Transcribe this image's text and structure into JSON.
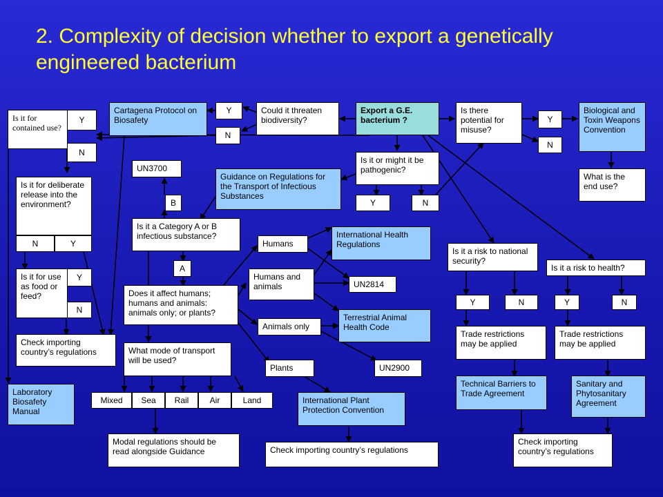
{
  "title": "2. Complexity of decision whether to export a genetically engineered bacterium",
  "nodes": {
    "export": "Export a G.E. bacterium ?",
    "threaten": "Could it threaten biodiversity?",
    "threaten_y": "Y",
    "threaten_n": "N",
    "cartagena": "Cartagena Protocol on Biosafety",
    "contained": "Is it for contained use?",
    "contained_y": "Y",
    "contained_n": "N",
    "deliberate": "Is it for deliberate release into the environment?",
    "deliberate_n": "N",
    "deliberate_y": "Y",
    "food": "Is it for use as food or feed?",
    "food_y": "Y",
    "food_n": "N",
    "check_importing_left": "Check importing country’s regulations",
    "lab_manual": "Laboratory Biosafety Manual",
    "pathogenic": "Is it or might it be pathogenic?",
    "pathogenic_y": "Y",
    "pathogenic_n": "N",
    "guidance": "Guidance on Regulations for the Transport of Infectious Substances",
    "un3700": "UN3700",
    "b": "B",
    "category": "Is it a Category A or B infectious substance?",
    "a": "A",
    "affect": "Does it affect humans; humans and animals: animals only; or plants?",
    "humans": "Humans",
    "humans_animals": "Humans and animals",
    "animals_only": "Animals only",
    "plants": "Plants",
    "ihr": "International Health Regulations",
    "un2814": "UN2814",
    "terrestrial": "Terrestrial Animal Health Code",
    "un2900": "UN2900",
    "ippc": "International Plant Protection Convention",
    "check_importing_mid": "Check importing country’s regulations",
    "mode": "What mode of transport will be used?",
    "mixed": "Mixed",
    "sea": "Sea",
    "rail": "Rail",
    "air": "Air",
    "land": "Land",
    "modal": "Modal regulations should be read alongside Guidance",
    "misuse": "Is there potential for misuse?",
    "misuse_y": "Y",
    "misuse_n": "N",
    "btwc": "Biological and Toxin Weapons Convention",
    "end_use": "What is the end use?",
    "nat_sec": "Is it a risk to national security?",
    "nat_sec_y": "Y",
    "nat_sec_n": "N",
    "health": "Is it a risk to health?",
    "health_y": "Y",
    "health_n": "N",
    "trade_left": "Trade restrictions may be applied",
    "trade_right": "Trade restrictions may be applied",
    "tbt": "Technical Barriers to Trade Agreement",
    "sps": "Sanitary and Phytosanitary Agreement",
    "check_importing_right": "Check importing country’s regulations"
  },
  "colors": {
    "background_top": "#2a2ad6",
    "title": "#ffff33",
    "box": "#ffffff",
    "box_blue": "#99ccff",
    "box_teal": "#99dddd"
  }
}
